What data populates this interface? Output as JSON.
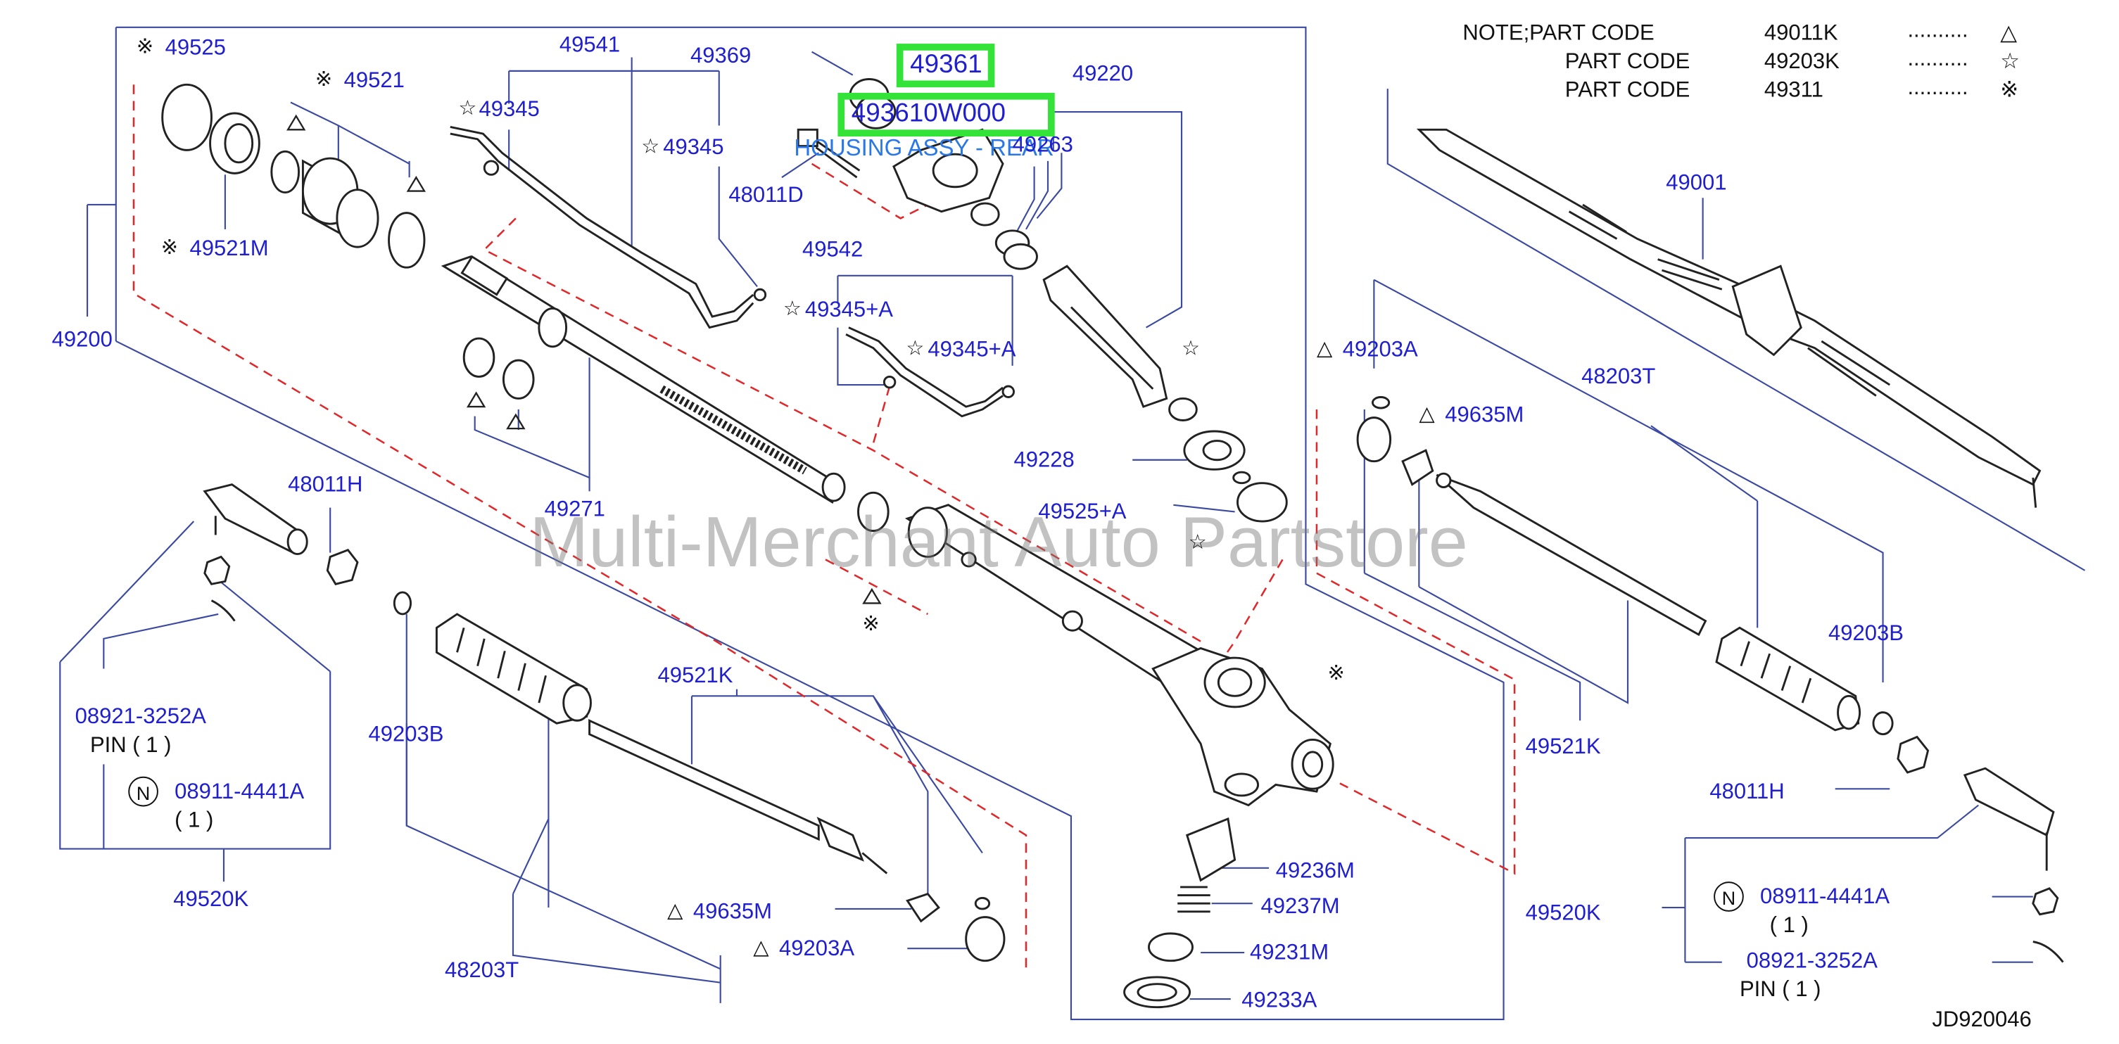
{
  "notes": {
    "row1": {
      "prefix": "NOTE;PART  CODE",
      "code": "49011K",
      "dots": "..........",
      "symbol": "△"
    },
    "row2": {
      "prefix": "PART  CODE",
      "code": "49203K",
      "dots": "..........",
      "symbol": "☆"
    },
    "row3": {
      "prefix": "PART  CODE",
      "code": "49311",
      "dots": "..........",
      "symbol": "※"
    }
  },
  "highlight": {
    "part_number": "49361",
    "part_code": "493610W000",
    "part_name": "HOUSING ASSY - REAR"
  },
  "watermark": "Multi-Merchant Auto Partstore",
  "diagram_code": "JD920046",
  "labels": {
    "p49525": "49525",
    "p49521": "49521",
    "p49521M": "49521M",
    "p49541": "49541",
    "p49369": "49369",
    "p49345a": "49345",
    "p49345b": "49345",
    "p49220": "49220",
    "p48011D": "48011D",
    "p49263": "49263",
    "p49200": "49200",
    "p49542": "49542",
    "p49345A1": "49345+A",
    "p49345A2": "49345+A",
    "p49001": "49001",
    "p49203A_r": "49203A",
    "p48203T_r": "48203T",
    "p49635M_r": "49635M",
    "p49228": "49228",
    "p49271": "49271",
    "p48011H_l": "48011H",
    "p49525A": "49525+A",
    "p49203B_r": "49203B",
    "p49521K_r": "49521K",
    "p48011H_r": "48011H",
    "p08921_l": "08921-3252A",
    "pin_l": "PIN  ( 1 )",
    "p08911_l": "08911-4441A",
    "qty_l": "( 1  )",
    "p49520K_l": "49520K",
    "p49203B_l": "49203B",
    "p49521K_l": "49521K",
    "p49635M_l": "49635M",
    "p49203A_l": "49203A",
    "p48203T_l": "48203T",
    "p49236M": "49236M",
    "p49237M": "49237M",
    "p49231M": "49231M",
    "p49233A": "49233A",
    "p49520K_r": "49520K",
    "p08911_r": "08911-4441A",
    "qty_r": "( 1  )",
    "p08921_r": "08921-3252A",
    "pin_r": "PIN      ( 1 )",
    "n_glyph": "N"
  },
  "symbols": {
    "kome": "※",
    "star": "☆",
    "tri": "△"
  },
  "colors": {
    "label": "#1f1fcf",
    "line": "#2a3a8a",
    "dashed": "#e0282a",
    "highlight": "#34e338",
    "part": "#222222"
  }
}
